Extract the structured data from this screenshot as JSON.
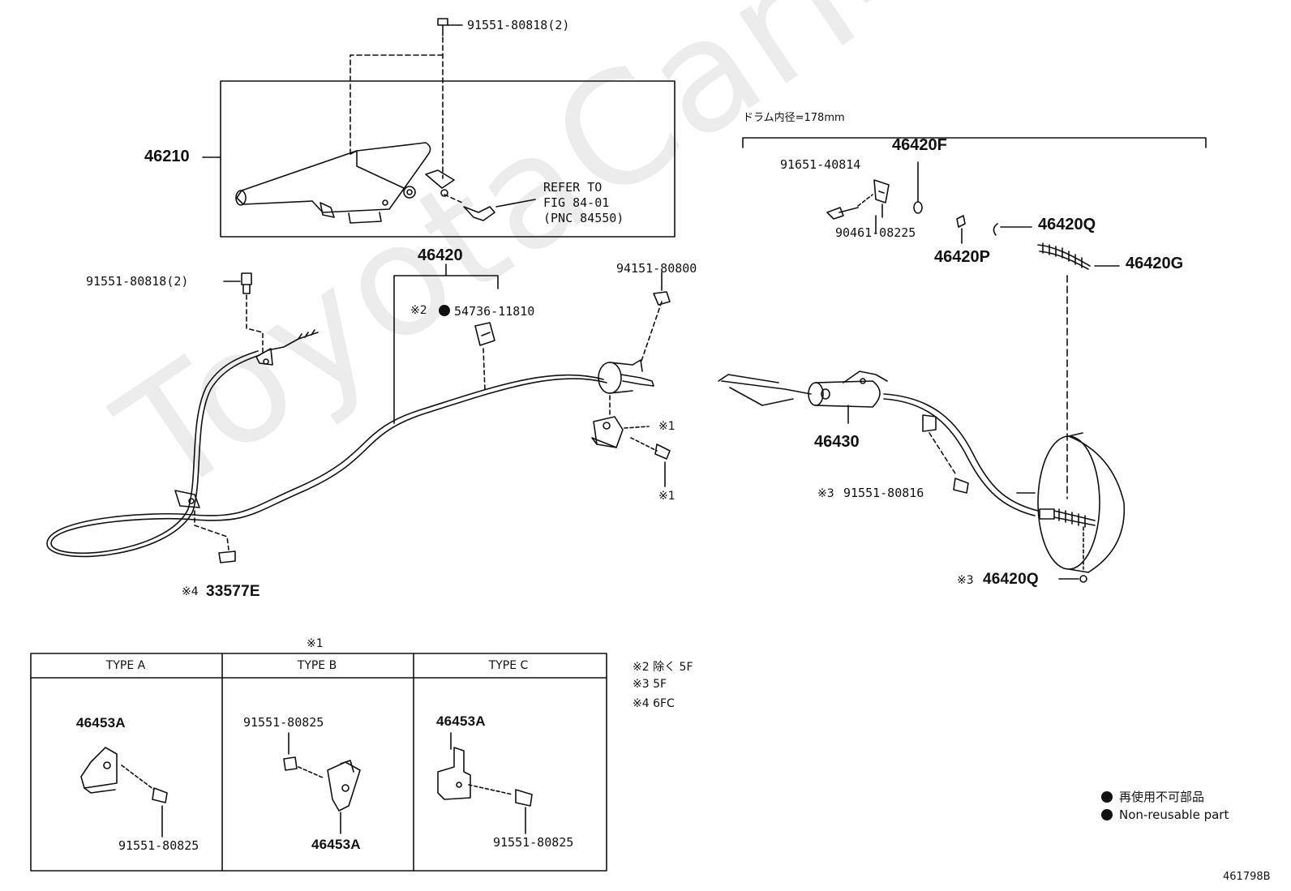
{
  "watermark": "ToyotaCarMine.ru",
  "drawing_id": "461798B",
  "drum_label": "ドラム内径=178mm",
  "refer": {
    "line1": "REFER TO",
    "line2": "FIG 84-01",
    "line3": "(PNC 84550)"
  },
  "parts": {
    "p_91551_80818_top": "91551-80818(2)",
    "p_46210": "46210",
    "p_46420": "46420",
    "p_91551_80818_left": "91551-80818(2)",
    "p_54736_mark": "※2",
    "p_54736": "54736-11810",
    "p_94151_80800": "94151-80800",
    "p_mark1_a": "※1",
    "p_mark1_b": "※1",
    "p_33577e_mark": "※4",
    "p_33577e": "33577E",
    "p_46430": "46430",
    "p_91551_80816_mark": "※3",
    "p_91551_80816": "91551-80816",
    "p_46420q_bottom_mark": "※3",
    "p_46420q_bottom": "46420Q",
    "p_91651_40814": "91651-40814",
    "p_46420f": "46420F",
    "p_90461_08225": "90461-08225",
    "p_46420p": "46420P",
    "p_46420q": "46420Q",
    "p_46420g": "46420G"
  },
  "types": {
    "header_mark": "※1",
    "a": {
      "title": "TYPE A",
      "part1": "46453A",
      "part2": "91551-80825"
    },
    "b": {
      "title": "TYPE B",
      "part1": "91551-80825",
      "part2": "46453A"
    },
    "c": {
      "title": "TYPE C",
      "part1": "46453A",
      "part2": "91551-80825"
    }
  },
  "notes": {
    "n2": "※2 除く 5F",
    "n3": "※3 5F",
    "n4": "※4 6FC"
  },
  "legend": {
    "jp": "再使用不可部品",
    "en": "Non-reusable part"
  }
}
